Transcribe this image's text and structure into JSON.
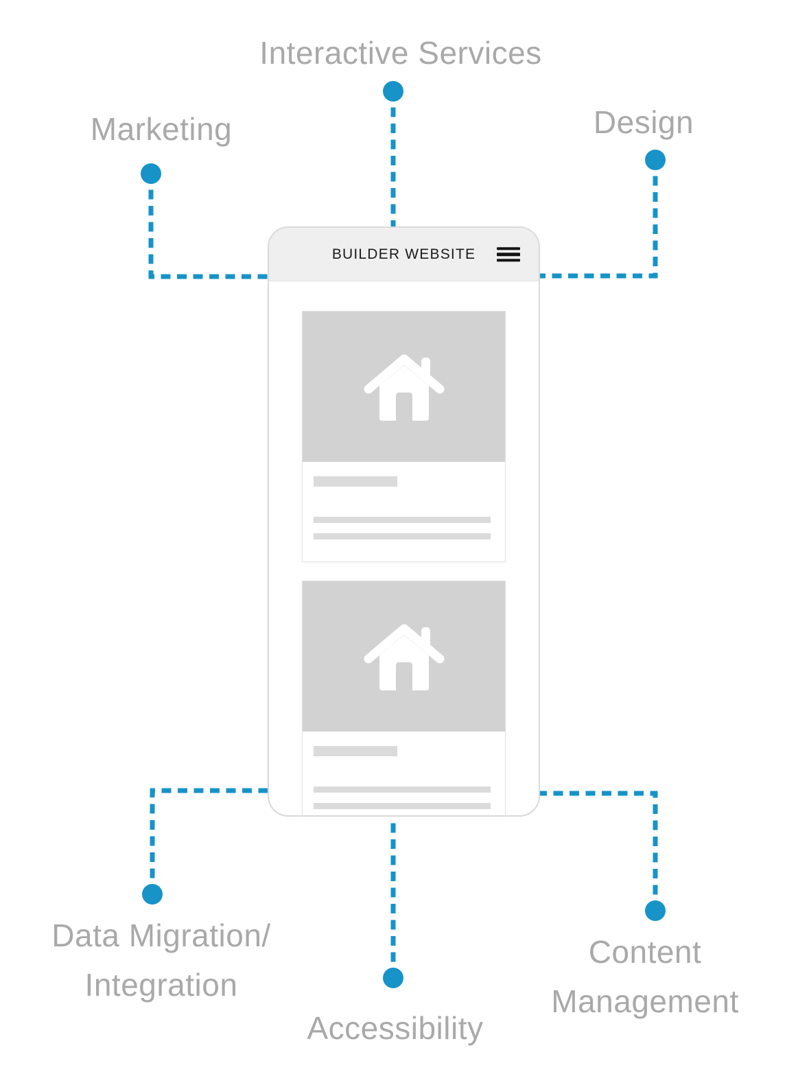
{
  "colors": {
    "accent_blue": "#1793c8",
    "label_gray": "#a9a9a9",
    "phone_border": "#d9d9d9",
    "header_bg": "#efefef",
    "image_placeholder_gray": "#d2d2d2",
    "text_bar_gray": "#dbdbdb",
    "header_text_dark": "#1b1b1b"
  },
  "phone": {
    "header": {
      "title": "BUILDER WEBSITE",
      "menu_icon": "hamburger-icon"
    },
    "cards": [
      {
        "image_icon": "home-icon"
      },
      {
        "image_icon": "home-icon"
      }
    ]
  },
  "labels": {
    "interactive_services": {
      "text": "Interactive Services"
    },
    "marketing": {
      "text": "Marketing"
    },
    "design": {
      "text": "Design"
    },
    "data_migration": {
      "line1": "Data Migration/",
      "line2": "Integration"
    },
    "accessibility": {
      "text": "Accessibility"
    },
    "content_management": {
      "line1": "Content",
      "line2": "Management"
    }
  }
}
